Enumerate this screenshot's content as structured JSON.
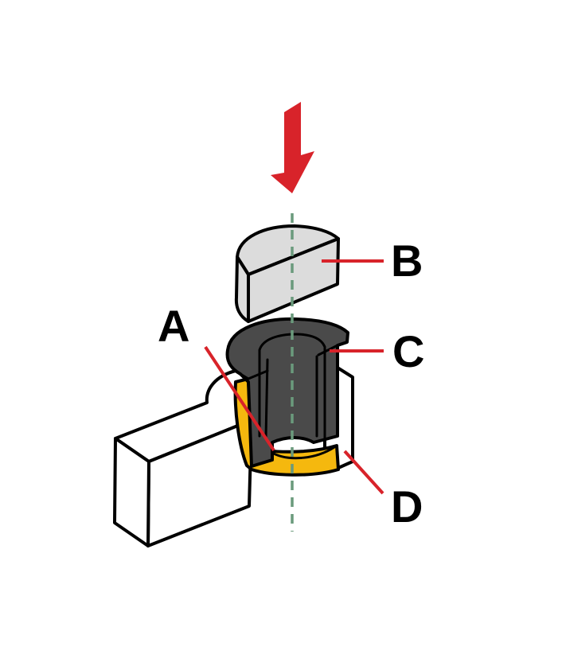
{
  "labels": {
    "a": "A",
    "b": "B",
    "c": "C",
    "d": "D"
  },
  "colors": {
    "arrow": "#d8232a",
    "leader": "#d8232a",
    "axis": "#6a9a7c",
    "punch": "#dcdcdc",
    "bushing": "#4a4a4a",
    "liner": "#f5b80e",
    "block": "#ffffff",
    "outline": "#000000"
  },
  "icons": {
    "direction": "down-arrow-icon"
  }
}
